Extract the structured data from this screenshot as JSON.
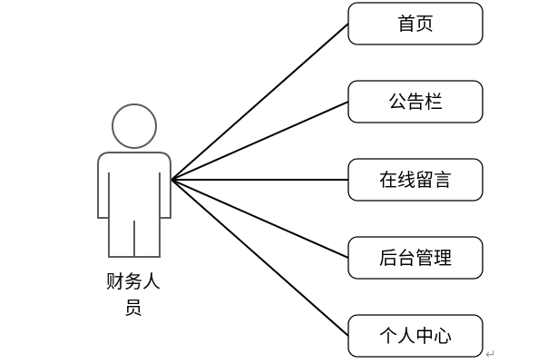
{
  "actor": {
    "label_line1": "财务人",
    "label_line2": "员"
  },
  "use_cases": [
    {
      "label": "首页"
    },
    {
      "label": "公告栏"
    },
    {
      "label": "在线留言"
    },
    {
      "label": "后台管理"
    },
    {
      "label": "个人中心"
    }
  ],
  "paragraph_mark": "↵"
}
